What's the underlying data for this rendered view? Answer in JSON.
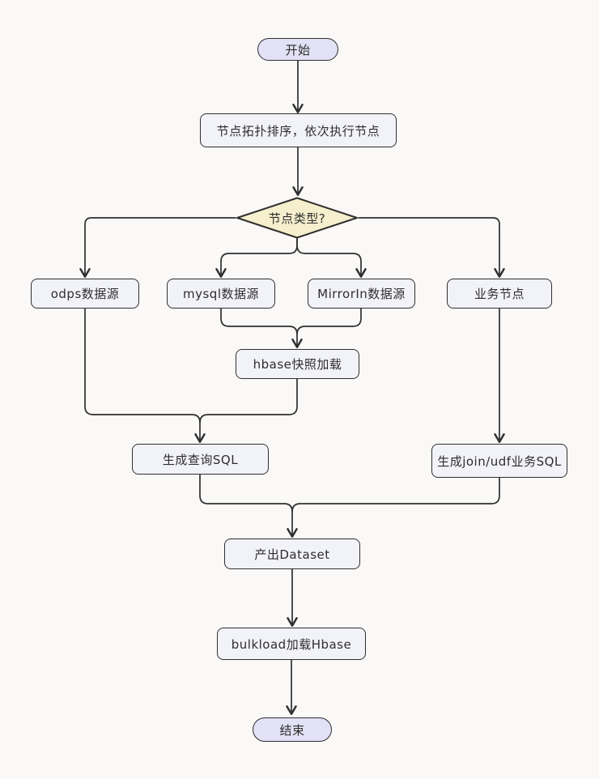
{
  "diagram": {
    "type": "flowchart",
    "direction": "top-down",
    "colors": {
      "background": "#faf9f7",
      "terminal_fill": "#e2e1f5",
      "process_fill": "#f2f2f9",
      "decision_fill": "#f6efcd",
      "stroke": "#2f2f2f",
      "text": "#2e2e2e"
    },
    "nodes": [
      {
        "id": "start",
        "shape": "stadium",
        "label": "开始"
      },
      {
        "id": "topo-sort",
        "shape": "rect",
        "label": "节点拓扑排序，依次执行节点"
      },
      {
        "id": "node-type",
        "shape": "diamond",
        "label": "节点类型?"
      },
      {
        "id": "odps-source",
        "shape": "rect",
        "label": "odps数据源"
      },
      {
        "id": "mysql-source",
        "shape": "rect",
        "label": "mysql数据源"
      },
      {
        "id": "mirrorin-source",
        "shape": "rect",
        "label": "MirrorIn数据源"
      },
      {
        "id": "biz-node",
        "shape": "rect",
        "label": "业务节点"
      },
      {
        "id": "hbase-snapshot",
        "shape": "rect",
        "label": "hbase快照加载"
      },
      {
        "id": "query-sql",
        "shape": "rect",
        "label": "生成查询SQL"
      },
      {
        "id": "join-udf-sql",
        "shape": "rect",
        "label": "生成join/udf业务SQL"
      },
      {
        "id": "dataset",
        "shape": "rect",
        "label": "产出Dataset"
      },
      {
        "id": "bulkload",
        "shape": "rect",
        "label": "bulkload加载Hbase"
      },
      {
        "id": "end",
        "shape": "stadium",
        "label": "结束"
      }
    ],
    "edges": [
      {
        "from": "start",
        "to": "topo-sort"
      },
      {
        "from": "topo-sort",
        "to": "node-type"
      },
      {
        "from": "node-type",
        "to": "odps-source"
      },
      {
        "from": "node-type",
        "to": "mysql-source"
      },
      {
        "from": "node-type",
        "to": "mirrorin-source"
      },
      {
        "from": "node-type",
        "to": "biz-node"
      },
      {
        "from": "mysql-source",
        "to": "hbase-snapshot"
      },
      {
        "from": "mirrorin-source",
        "to": "hbase-snapshot"
      },
      {
        "from": "odps-source",
        "to": "query-sql"
      },
      {
        "from": "hbase-snapshot",
        "to": "query-sql"
      },
      {
        "from": "biz-node",
        "to": "join-udf-sql"
      },
      {
        "from": "query-sql",
        "to": "dataset"
      },
      {
        "from": "join-udf-sql",
        "to": "dataset"
      },
      {
        "from": "dataset",
        "to": "bulkload"
      },
      {
        "from": "bulkload",
        "to": "end"
      }
    ]
  }
}
